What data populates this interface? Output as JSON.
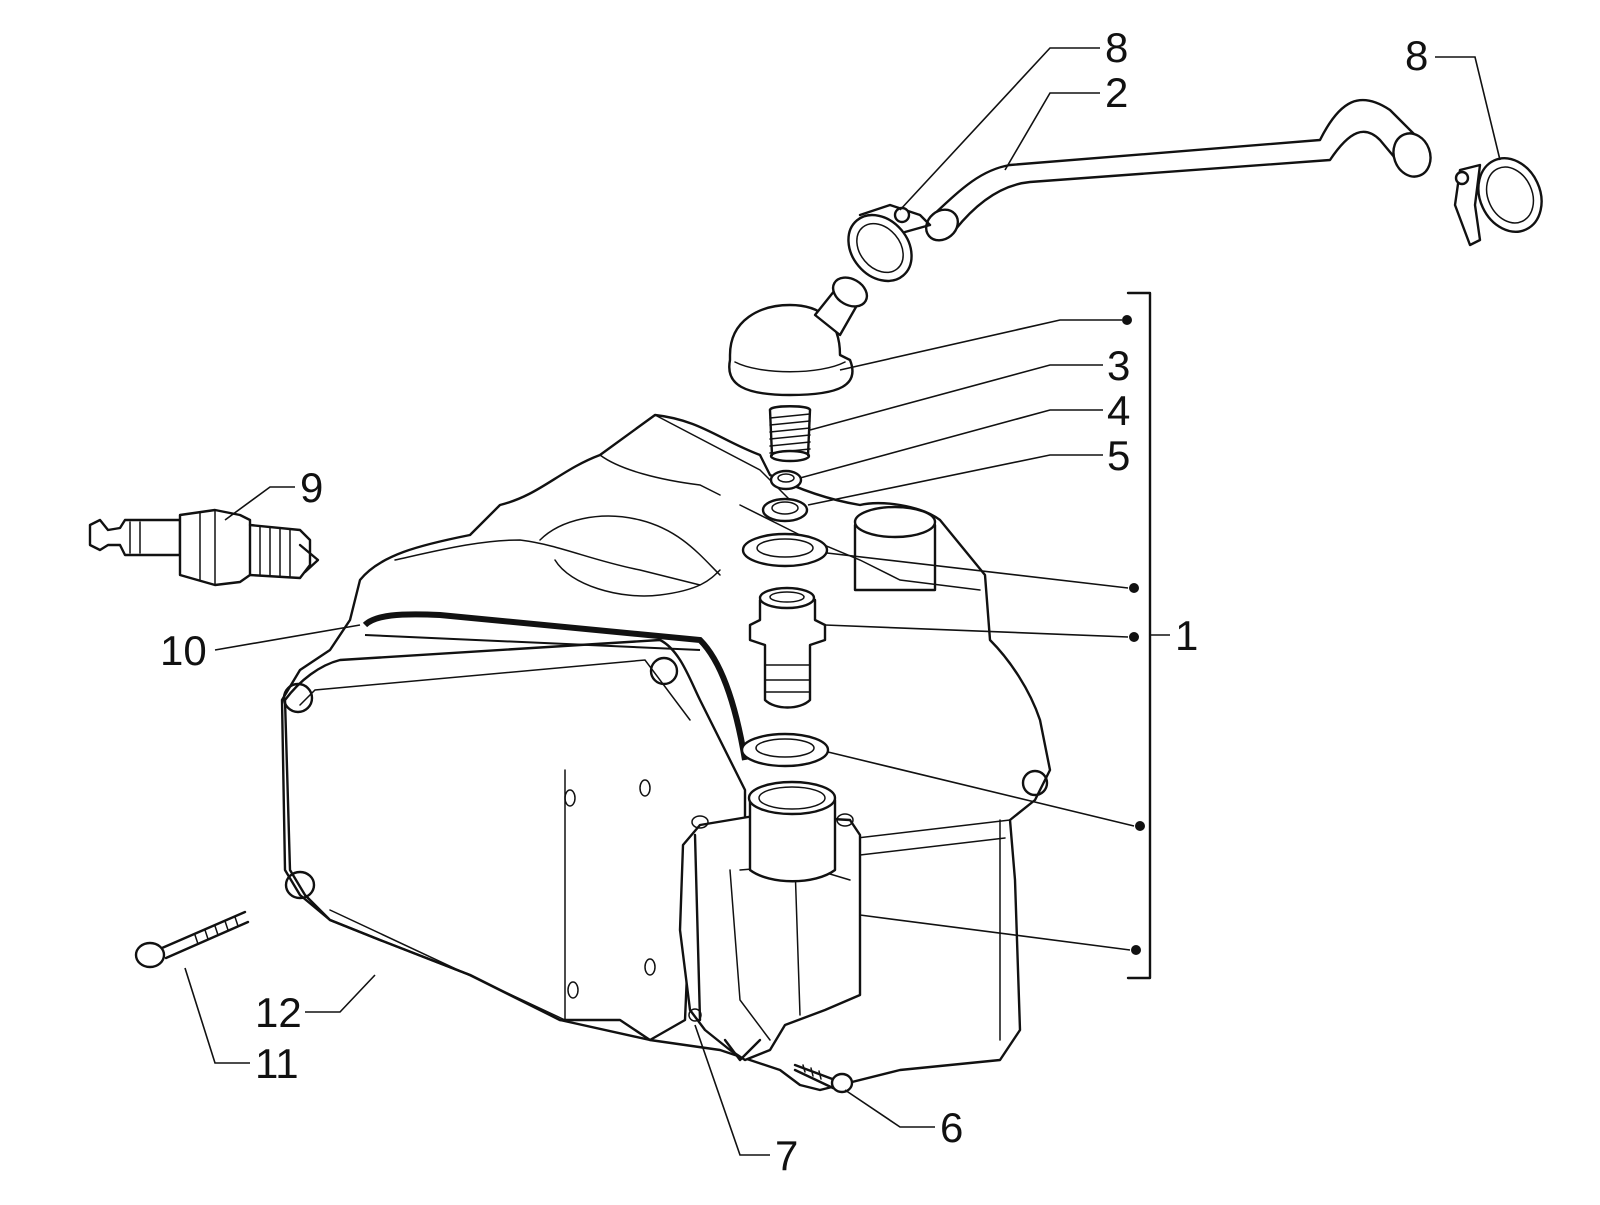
{
  "diagram": {
    "callouts": [
      {
        "id": "c8a",
        "label": "8"
      },
      {
        "id": "c2",
        "label": "2"
      },
      {
        "id": "c8b",
        "label": "8"
      },
      {
        "id": "c3",
        "label": "3"
      },
      {
        "id": "c4",
        "label": "4"
      },
      {
        "id": "c5",
        "label": "5"
      },
      {
        "id": "c9",
        "label": "9"
      },
      {
        "id": "c10",
        "label": "10"
      },
      {
        "id": "c1",
        "label": "1"
      },
      {
        "id": "c12",
        "label": "12"
      },
      {
        "id": "c11",
        "label": "11"
      },
      {
        "id": "c6",
        "label": "6"
      },
      {
        "id": "c7",
        "label": "7"
      }
    ],
    "colors": {
      "line": "#111111",
      "background": "#ffffff"
    }
  }
}
